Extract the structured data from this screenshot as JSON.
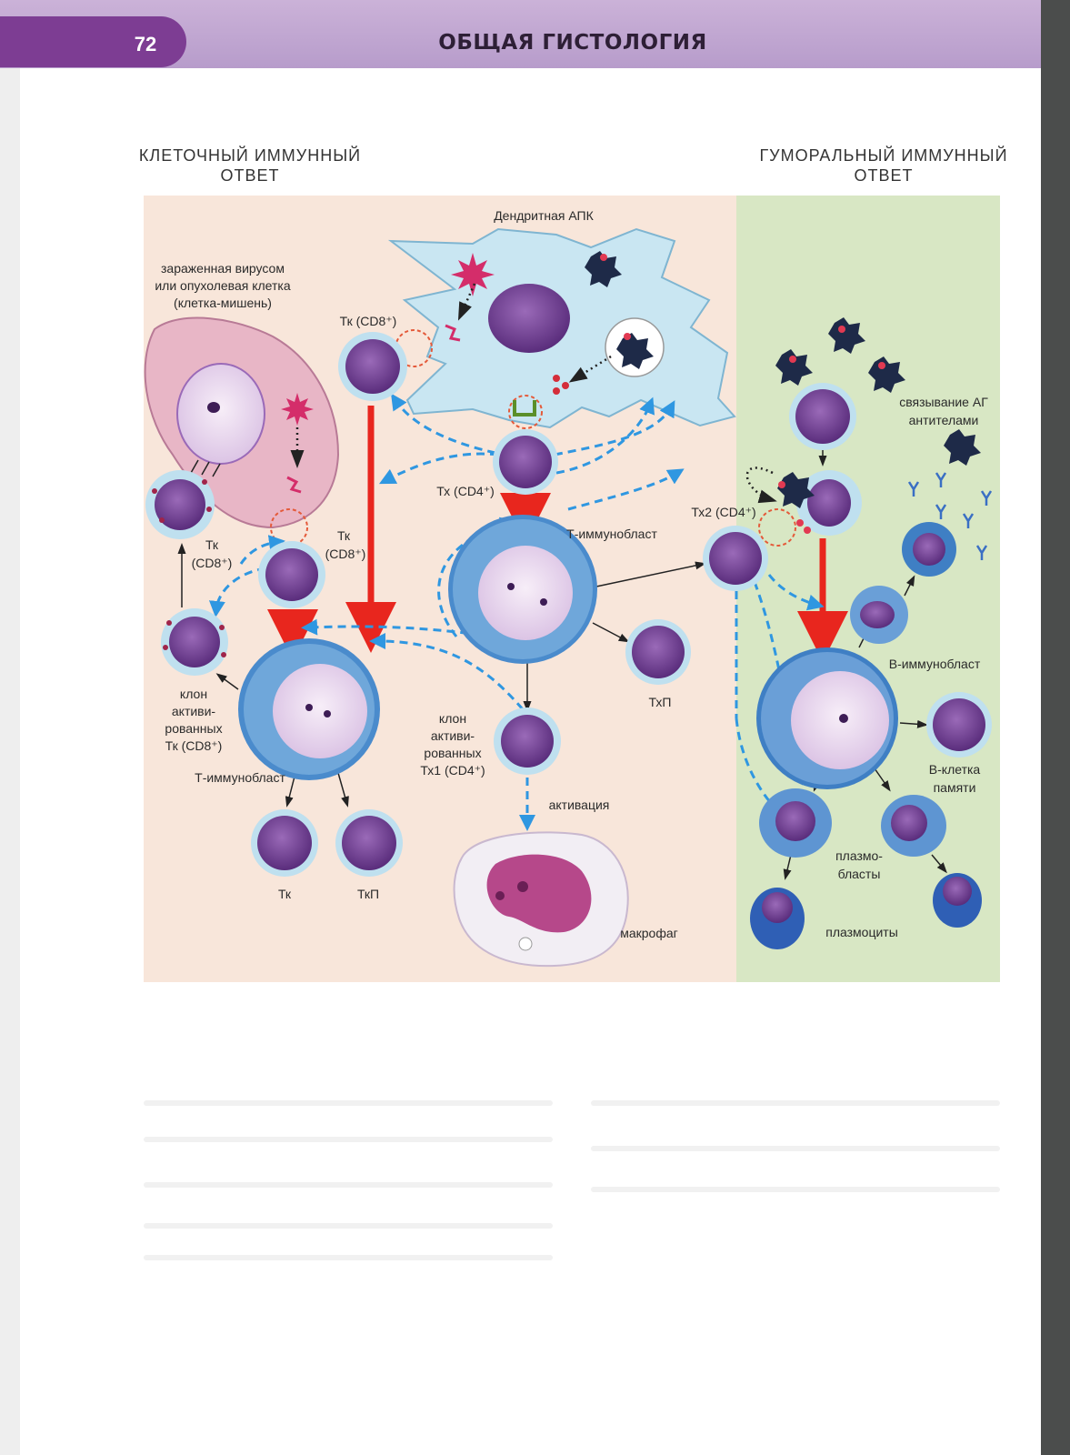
{
  "header": {
    "page_number": "72",
    "title": "ОБЩАЯ ГИСТОЛОГИЯ"
  },
  "sections": {
    "cellular": {
      "line1": "КЛЕТОЧНЫЙ ИММУННЫЙ",
      "line2": "ОТВЕТ"
    },
    "humoral": {
      "line1": "ГУМОРАЛЬНЫЙ ИММУННЫЙ",
      "line2": "ОТВЕТ"
    }
  },
  "labels": {
    "dendritic": "Дендритная АПК",
    "target_1": "зараженная вирусом",
    "target_2": "или опухолевая клетка",
    "target_3": "(клетка-мишень)",
    "tk_cd8_top": "Тк (CD8⁺)",
    "tk_mid_1": "Тк",
    "tk_mid_2": "(CD8⁺)",
    "tk_left_1": "Тк",
    "tk_left_2": "(CD8⁺)",
    "tx_cd4": "Тх (CD4⁺)",
    "t_immunoblast_center": "Т-иммунобласт",
    "t_immunoblast_left": "Т-иммунобласт",
    "tx2_cd4": "Тх2 (CD4⁺)",
    "binding_1": "связывание АГ",
    "binding_2": "антителами",
    "clone_tk_1": "клон",
    "clone_tk_2": "активи-",
    "clone_tk_3": "рованных",
    "clone_tk_4": "Тк (CD8⁺)",
    "clone_tx1_1": "клон",
    "clone_tx1_2": "активи-",
    "clone_tx1_3": "рованных",
    "clone_tx1_4": "Тх1 (CD4⁺)",
    "txp": "ТхП",
    "tk": "Тк",
    "tkp": "ТкП",
    "activation": "активация",
    "macrophage": "макрофаг",
    "b_immunoblast": "В-иммунобласт",
    "b_memory_1": "В-клетка",
    "b_memory_2": "памяти",
    "plasmoblasts_1": "плазмо-",
    "plasmoblasts_2": "бласты",
    "plasmocytes": "плазмоциты"
  },
  "colors": {
    "header_band": "#c3a8d3",
    "page_tab": "#7d3d93",
    "cellular_bg": "#f8e6da",
    "humoral_bg": "#d8e7c4",
    "red_arrow": "#e8261e",
    "blue_dashed": "#2f97e1",
    "cell_nucleus": "#6b3c8c",
    "cell_rim": "#bfe0ef"
  }
}
